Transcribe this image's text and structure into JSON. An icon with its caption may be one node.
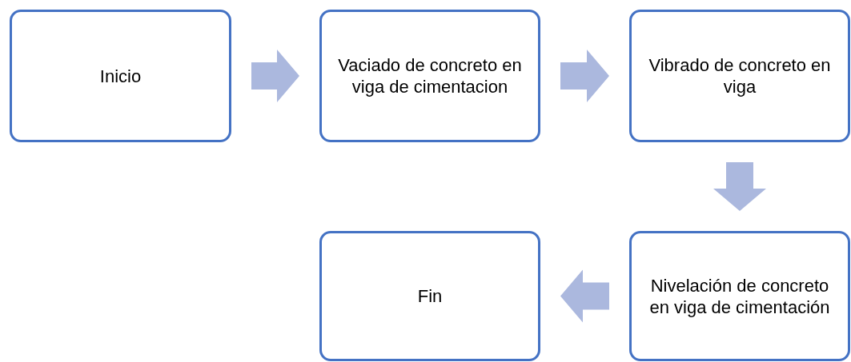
{
  "diagram": {
    "nodes": [
      {
        "text": [
          "Inicio"
        ]
      },
      {
        "text": [
          "Vaciado de concreto en viga de cimentacion"
        ]
      },
      {
        "text": [
          "Vibrado de concreto en viga"
        ]
      },
      {
        "text": [
          "Nivelación de concreto en viga de cimentación"
        ]
      },
      {
        "text": [
          "Fin"
        ]
      }
    ],
    "edges": [
      {
        "from": 0,
        "to": 1,
        "arrow": "to"
      },
      {
        "from": 1,
        "to": 2,
        "arrow": "to"
      },
      {
        "from": 2,
        "to": 3,
        "arrow": "to"
      },
      {
        "from": 3,
        "to": 4,
        "arrow": "to"
      }
    ]
  }
}
